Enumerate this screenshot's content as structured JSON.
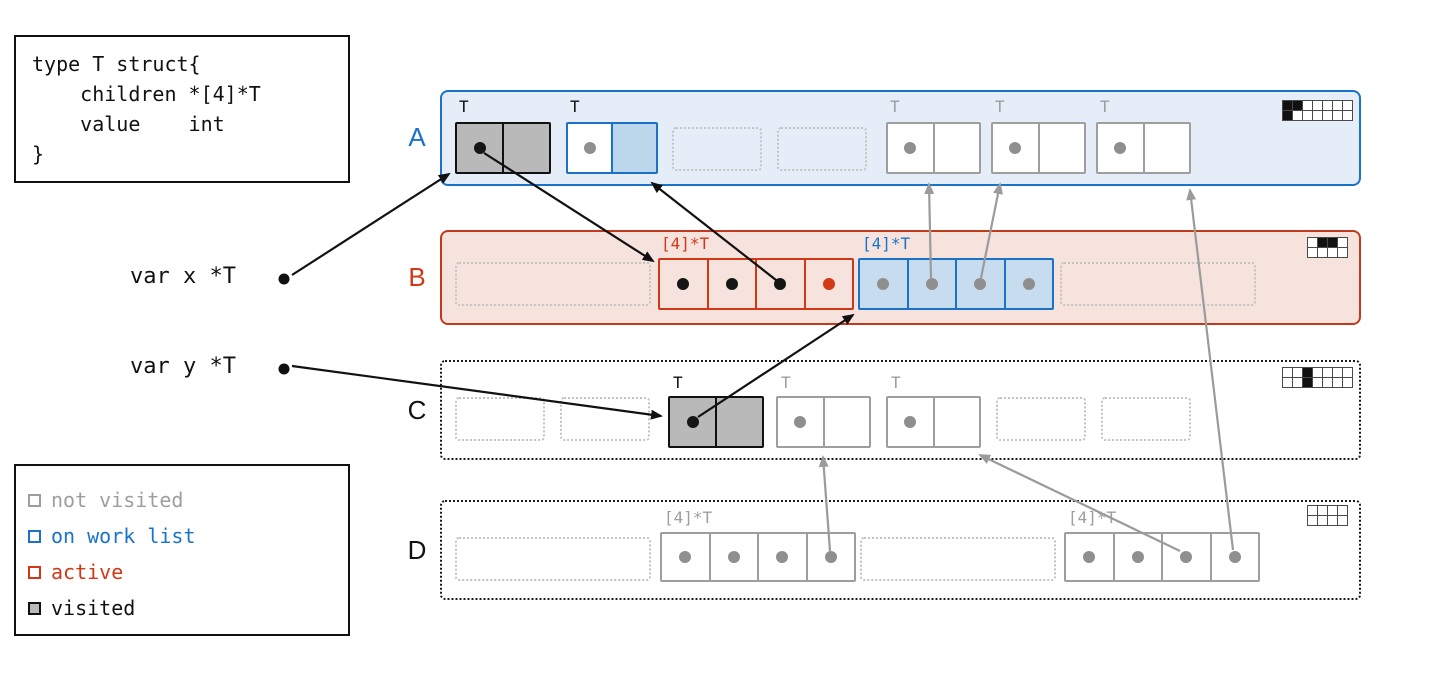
{
  "colors": {
    "blue": "#1a73c8",
    "red": "#d23716",
    "gray": "#9e9e9e",
    "black": "#111111",
    "visited_fill": "#b9b9b9",
    "worklist_fill": "#c7ddef",
    "span_a_fill": "#e5eef8",
    "span_b_fill": "#f7e3dd"
  },
  "code_box": {
    "lines": [
      "type T struct{",
      "    children *[4]*T",
      "    value    int",
      "}"
    ]
  },
  "variables": {
    "x": {
      "label": "var x *T"
    },
    "y": {
      "label": "var y *T"
    }
  },
  "legend": {
    "items": [
      {
        "label": "not visited",
        "state": "not_visited",
        "color": "#9e9e9e"
      },
      {
        "label": "on work list",
        "state": "on_work_list",
        "color": "#1a73c8"
      },
      {
        "label": "active",
        "state": "active",
        "color": "#d23716"
      },
      {
        "label": "visited",
        "state": "visited",
        "color": "#111111"
      }
    ]
  },
  "spans": {
    "a": {
      "label": "A",
      "objects": [
        {
          "type": "T",
          "state": "visited",
          "dots": [
            "black"
          ]
        },
        {
          "type": "T",
          "state": "on_work_list",
          "dots": [
            "gray"
          ]
        },
        {
          "state": "free"
        },
        {
          "state": "free"
        },
        {
          "type": "T",
          "state": "not_visited",
          "dots": [
            "gray"
          ]
        },
        {
          "type": "T",
          "state": "not_visited",
          "dots": [
            "gray"
          ]
        },
        {
          "type": "T",
          "state": "not_visited",
          "dots": [
            "gray"
          ]
        }
      ],
      "bitmap": [
        [
          1,
          1,
          0,
          0,
          0,
          0,
          0
        ],
        [
          1,
          0,
          0,
          0,
          0,
          0,
          0
        ]
      ]
    },
    "b": {
      "label": "B",
      "objects": [
        {
          "state": "free"
        },
        {
          "type": "[4]*T",
          "state": "active",
          "dots": [
            "black",
            "black",
            "black",
            "red"
          ]
        },
        {
          "type": "[4]*T",
          "state": "on_work_list",
          "dots": [
            "gray",
            "gray",
            "gray",
            "gray"
          ]
        },
        {
          "state": "free"
        }
      ],
      "bitmap": [
        [
          0,
          1,
          1,
          0
        ],
        [
          0,
          0,
          0,
          0
        ]
      ]
    },
    "c": {
      "label": "C",
      "objects": [
        {
          "state": "free"
        },
        {
          "state": "free"
        },
        {
          "type": "T",
          "state": "visited",
          "dots": [
            "black"
          ]
        },
        {
          "type": "T",
          "state": "not_visited",
          "dots": [
            "gray"
          ]
        },
        {
          "type": "T",
          "state": "not_visited",
          "dots": [
            "gray"
          ]
        },
        {
          "state": "free"
        },
        {
          "state": "free"
        }
      ],
      "bitmap": [
        [
          0,
          0,
          1,
          0,
          0,
          0,
          0
        ],
        [
          0,
          0,
          1,
          0,
          0,
          0,
          0
        ]
      ]
    },
    "d": {
      "label": "D",
      "objects": [
        {
          "state": "free"
        },
        {
          "type": "[4]*T",
          "state": "not_visited",
          "dots": [
            "gray",
            "gray",
            "gray",
            "gray"
          ]
        },
        {
          "state": "free"
        },
        {
          "type": "[4]*T",
          "state": "not_visited",
          "dots": [
            "gray",
            "gray",
            "gray",
            "gray"
          ]
        }
      ],
      "bitmap": [
        [
          0,
          0,
          0,
          0
        ],
        [
          0,
          0,
          0,
          0
        ]
      ]
    }
  }
}
